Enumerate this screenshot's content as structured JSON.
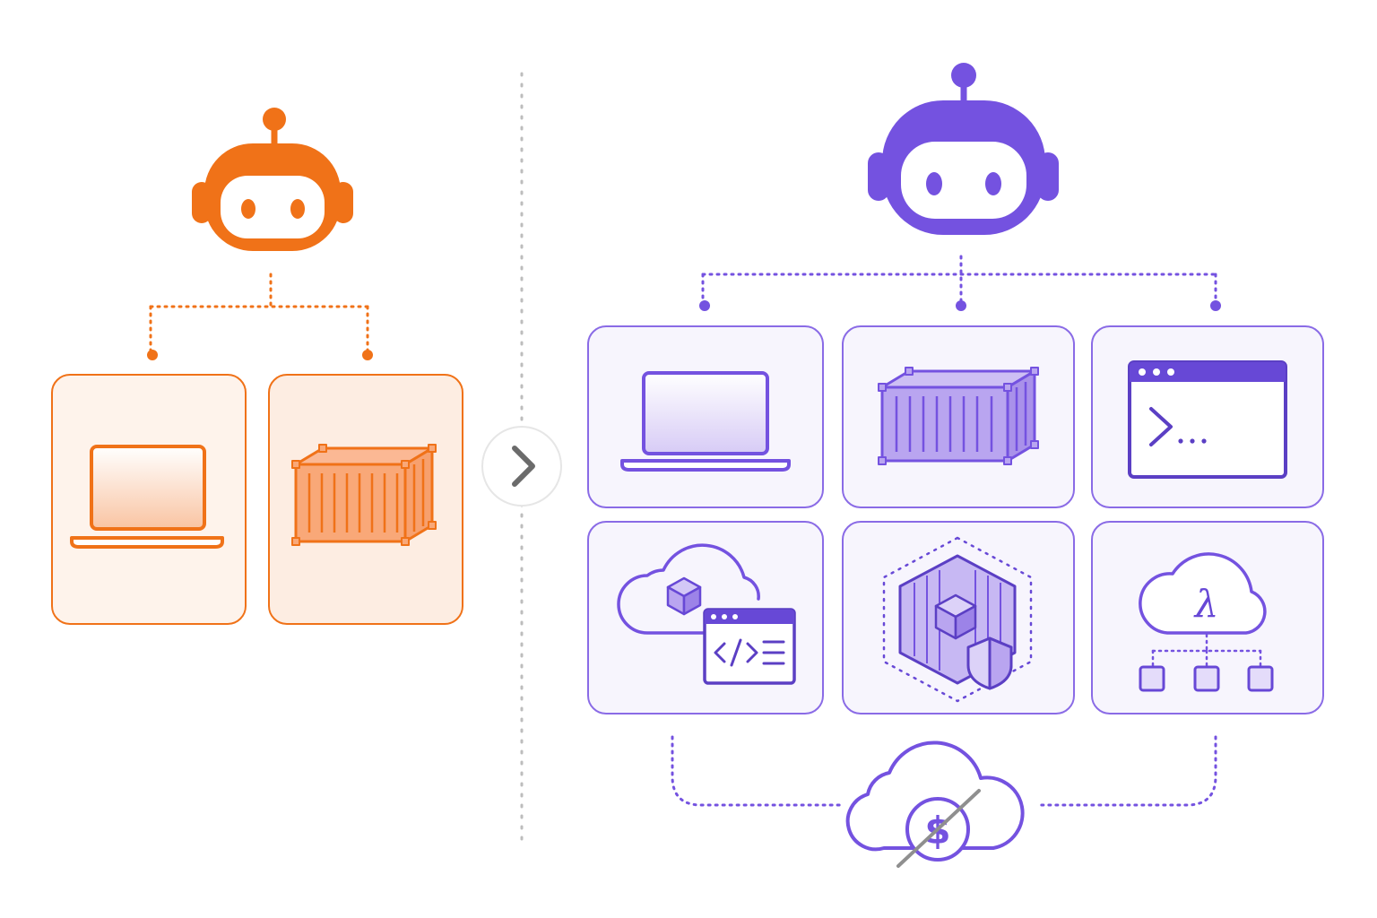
{
  "colors": {
    "orange": "#F07218",
    "orange_light": "#FDEEE3",
    "orange_fill": "#F9A878",
    "purple": "#7452E0",
    "purple_light": "#F4F1FB",
    "purple_fill": "#B9A5F0",
    "divider": "#BDBDBD",
    "arrow_button": "#6B6B6B"
  },
  "left": {
    "agent": {
      "icon": "robot-icon",
      "color": "orange"
    },
    "environments": [
      {
        "icon": "laptop-icon"
      },
      {
        "icon": "shipping-container-icon"
      }
    ]
  },
  "transition": {
    "icon": "chevron-right-icon"
  },
  "right": {
    "agent": {
      "icon": "robot-icon",
      "color": "purple"
    },
    "environments": [
      {
        "icon": "laptop-icon"
      },
      {
        "icon": "shipping-container-icon"
      },
      {
        "icon": "terminal-window-icon"
      },
      {
        "icon": "cloud-code-editor-icon"
      },
      {
        "icon": "secure-container-hexagon-icon"
      },
      {
        "icon": "serverless-lambda-cloud-icon",
        "glyph": "λ"
      }
    ],
    "footer": {
      "icon": "no-cost-cloud-icon",
      "glyph": "$"
    }
  }
}
